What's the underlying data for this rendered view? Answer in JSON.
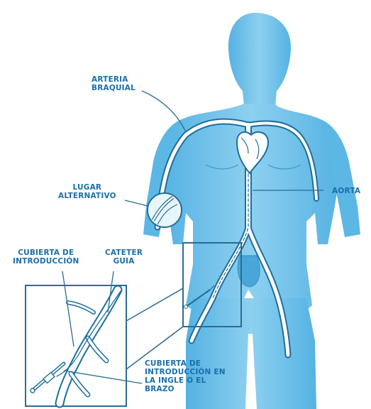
{
  "colors": {
    "body_fill": "#6fc0e8",
    "body_dark": "#3fa3d6",
    "vessel": "#ffffff",
    "vessel_outline": "#1d6e9c",
    "line": "#2a6c93",
    "label": "#1b6fa8",
    "inset_fill": "#ffffff",
    "inset_border": "#2a6c93"
  },
  "icons": {
    "heart": "heart-icon",
    "catheter": "catheter-icon"
  },
  "labels": {
    "arteria_braquial": "ARTERIA\nBRAQUIAL",
    "lugar_alternativo": "LUGAR\nALTERNATIVO",
    "aorta": "AORTA",
    "cubierta_intro": "CUBIERTA DE\nINTRODUCCIÓN",
    "cateter_guia": "CATETER\nGUIA",
    "cubierta_ingle": "CUBIERTA DE\nINTRODUCCIÓN EN\nLA INGLE O EL\nBRAZO"
  }
}
